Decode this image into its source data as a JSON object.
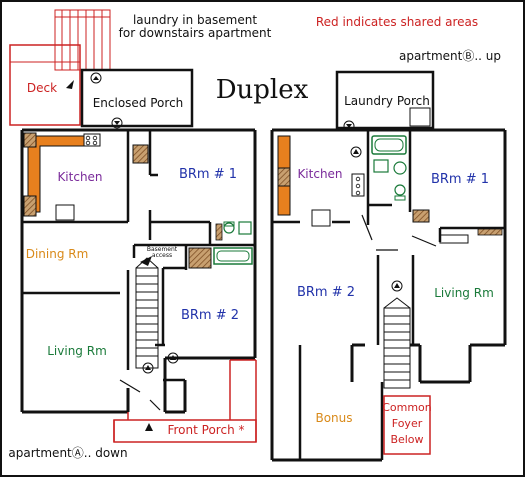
{
  "header": {
    "laundry_note_line1": "laundry in basement",
    "laundry_note_line2": "for downstairs apartment",
    "legend": "Red indicates shared areas",
    "title": "Duplex"
  },
  "apartment_a": {
    "label": "apartmentⒶ.. down",
    "rooms": {
      "deck": "Deck",
      "enclosed_porch": "Enclosed Porch",
      "kitchen": "Kitchen",
      "bedroom_1": "BRm # 1",
      "dining": "Dining Rm",
      "basement_access_line1": "Basement",
      "basement_access_line2": "access",
      "bedroom_2": "BRm # 2",
      "living": "Living Rm",
      "front_porch": "Front Porch *"
    }
  },
  "apartment_b": {
    "label": "apartmentⒷ.. up",
    "rooms": {
      "laundry_porch": "Laundry Porch",
      "kitchen": "Kitchen",
      "bedroom_1": "BRm # 1",
      "bedroom_2": "BRm # 2",
      "living": "Living Rm",
      "bonus": "Bonus",
      "common_foyer_line1": "Common",
      "common_foyer_line2": "Foyer",
      "common_foyer_line3": "Below"
    }
  },
  "colors": {
    "shared": "#cc2222",
    "title_text": "#111111",
    "kitchen": "#7a2a9a",
    "bedroom": "#2233aa",
    "living": "#1a7a3a",
    "dining": "#d98a1a",
    "bonus": "#d98a1a",
    "counter_fill": "#e8801e",
    "wall": "#111111",
    "fixture": "#1a7a3a"
  }
}
